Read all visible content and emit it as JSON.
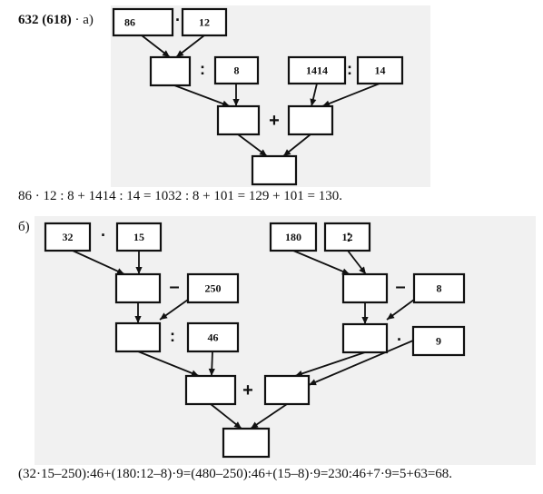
{
  "problem": {
    "number": "632 (618)",
    "part_a_suffix": "· а)",
    "part_b_label": "б)"
  },
  "part_a": {
    "boxes": {
      "a_top_left": "86",
      "a_top_right": "12",
      "a_mid_left": "",
      "a_mid_8": "8",
      "a_mid_1414": "1414",
      "a_mid_14": "14",
      "a_sum_left": "",
      "a_sum_right": "",
      "a_result": ""
    },
    "operators": {
      "a_op_mul": "·",
      "a_op_div1": ":",
      "a_op_div2": ":",
      "a_op_plus": "+"
    },
    "solution": "86 · 12 : 8 + 1414 : 14 = 1032 : 8 + 101 = 129 + 101 = 130."
  },
  "part_b": {
    "boxes": {
      "b_32": "32",
      "b_15": "15",
      "b_prod": "",
      "b_250": "250",
      "b_diff": "",
      "b_46": "46",
      "b_quot": "",
      "b_180": "180",
      "b_12": "12",
      "b_quot2": "",
      "b_8": "8",
      "b_diff2": "",
      "b_9": "9",
      "b_prod2": "",
      "b_sum_left": "",
      "b_sum_right": "",
      "b_result": ""
    },
    "operators": {
      "b_op_mul": "·",
      "b_op_minus1": "–",
      "b_op_div1": ":",
      "b_op_div2": ":",
      "b_op_minus2": "–",
      "b_op_mul2": "·",
      "b_op_plus": "+"
    },
    "solution": "(32·15–250):46+(180:12–8)·9=(480–250):46+(15–8)·9=230:46+7·9=5+63=68."
  }
}
